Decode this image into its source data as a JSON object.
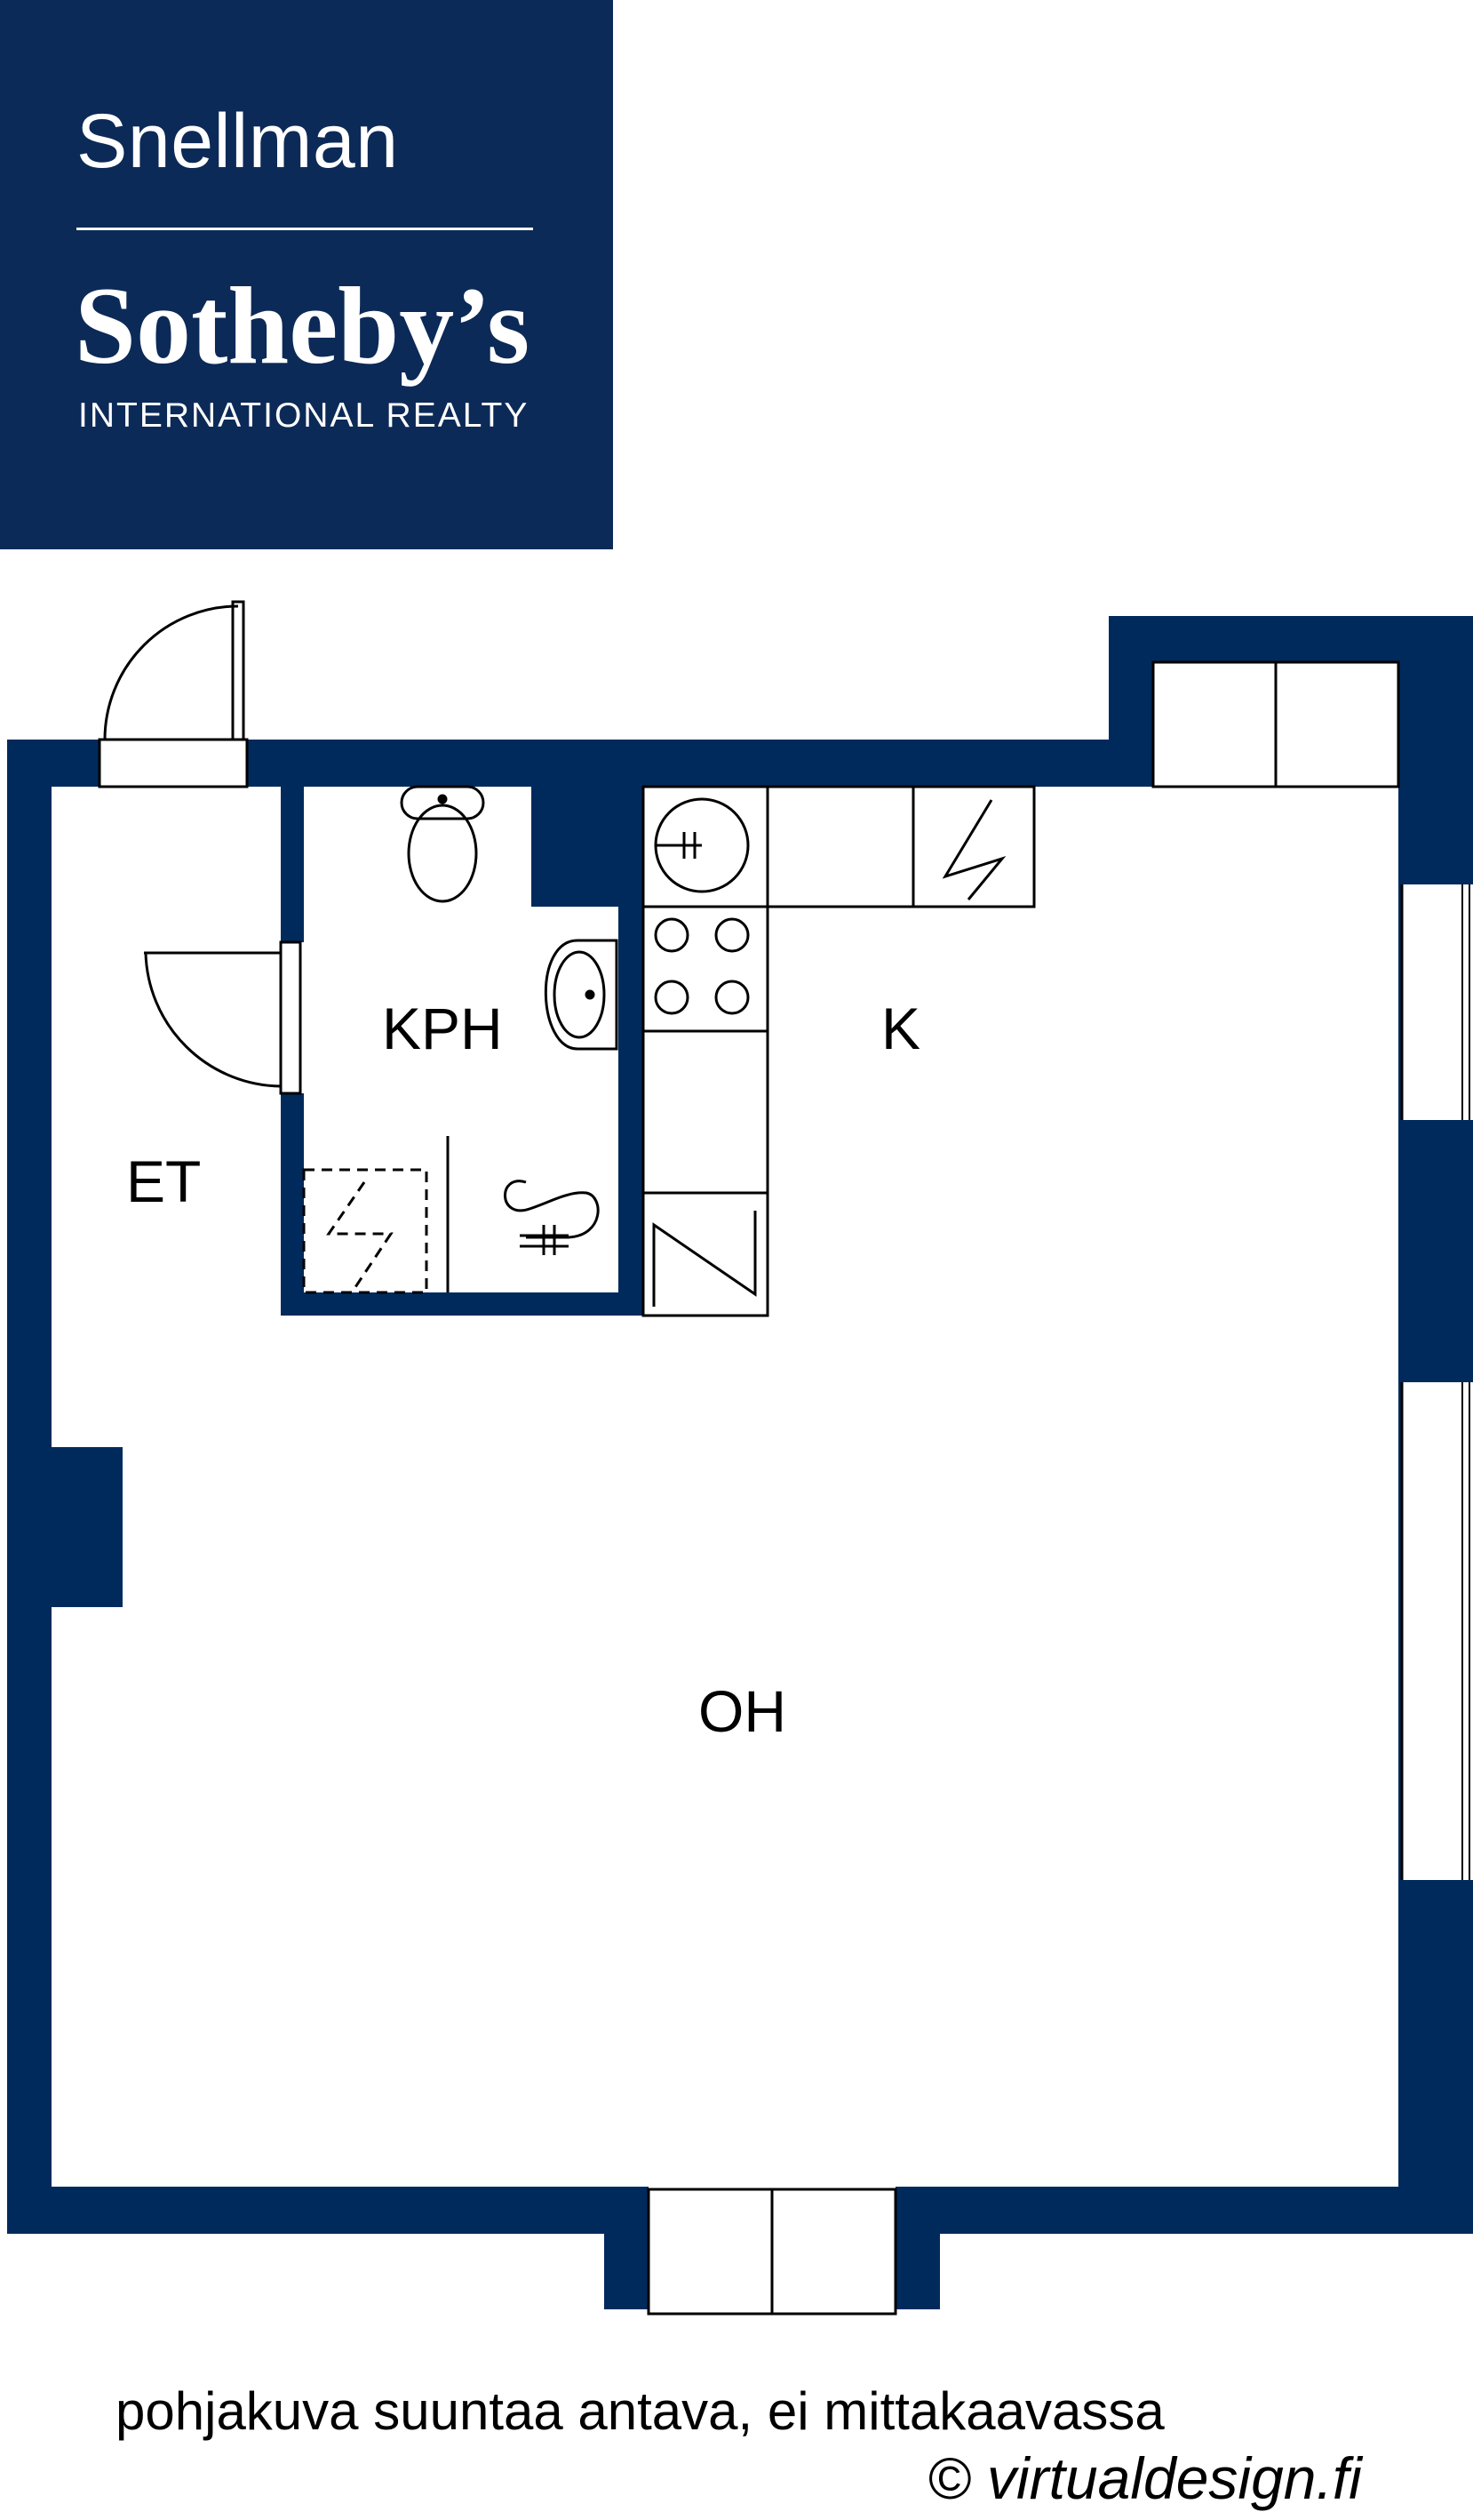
{
  "logo": {
    "line1": "Snellman",
    "line2": "Sotheby’s",
    "line3": "INTERNATIONAL REALTY",
    "background": "#0c2a57",
    "text_color": "#ffffff"
  },
  "plan": {
    "wall_color": "#002a5c",
    "rooms": {
      "et": "ET",
      "kph": "KPH",
      "k": "K",
      "oh": "OH"
    }
  },
  "footer": {
    "note": "pohjakuva suuntaa antava, ei mittakaavassa",
    "credit": "© virtualdesign.fi"
  }
}
